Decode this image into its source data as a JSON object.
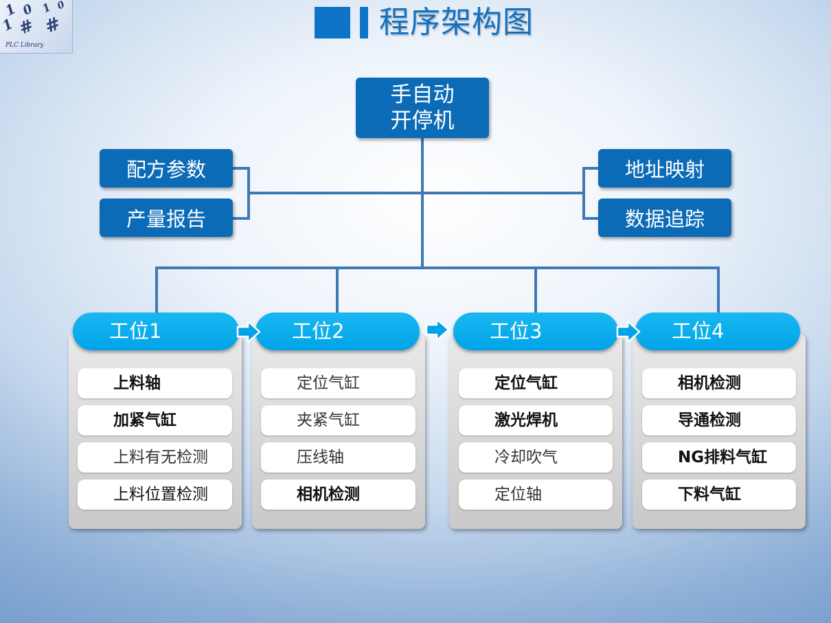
{
  "logo": {
    "text": "PLC Library"
  },
  "title": "程序架构图",
  "root": {
    "line1": "手自动",
    "line2": "开停机"
  },
  "left_nodes": [
    "配方参数",
    "产量报告"
  ],
  "right_nodes": [
    "地址映射",
    "数据追踪"
  ],
  "stations": [
    {
      "label": "工位1",
      "items": [
        {
          "text": "上料轴",
          "bold": true
        },
        {
          "text": "加紧气缸",
          "bold": true
        },
        {
          "text": "上料有无检测",
          "bold": false
        },
        {
          "text": "上料位置检测",
          "bold": false
        }
      ]
    },
    {
      "label": "工位2",
      "items": [
        {
          "text": "定位气缸",
          "bold": false
        },
        {
          "text": "夹紧气缸",
          "bold": false
        },
        {
          "text": "压线轴",
          "bold": false
        },
        {
          "text": "相机检测",
          "bold": true
        }
      ]
    },
    {
      "label": "工位3",
      "items": [
        {
          "text": "定位气缸",
          "bold": true
        },
        {
          "text": "激光焊机",
          "bold": true
        },
        {
          "text": "冷却吹气",
          "bold": false
        },
        {
          "text": "定位轴",
          "bold": false
        }
      ]
    },
    {
      "label": "工位4",
      "items": [
        {
          "text": "相机检测",
          "bold": true
        },
        {
          "text": "导通检测",
          "bold": true
        },
        {
          "text": "NG排料气缸",
          "bold": true
        },
        {
          "text": "下料气缸",
          "bold": true
        }
      ]
    }
  ],
  "colors": {
    "node": "#0c6bb7",
    "connector": "#3f78b5",
    "pill": "#00a3e8",
    "arrow": "#00a3e8",
    "title": "#1270c0"
  }
}
